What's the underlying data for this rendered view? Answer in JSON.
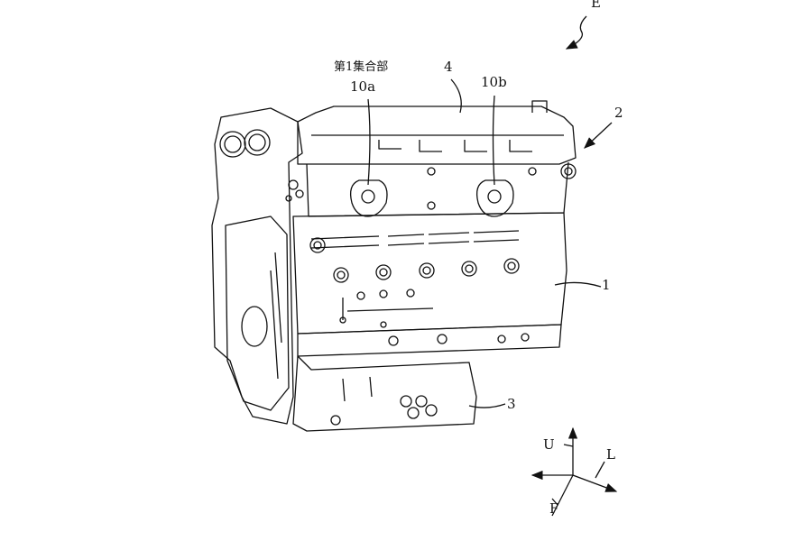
{
  "figure": {
    "labels": {
      "engine_ref": "E",
      "collector_jp": "第1集合部",
      "part_10a": "10a",
      "part_10b": "10b",
      "part_4": "4",
      "part_2": "2",
      "part_1": "1",
      "part_3": "3"
    },
    "axes": {
      "up": "U",
      "left": "L",
      "front": "F"
    },
    "colors": {
      "ink": "#111111",
      "background": "#ffffff"
    }
  }
}
